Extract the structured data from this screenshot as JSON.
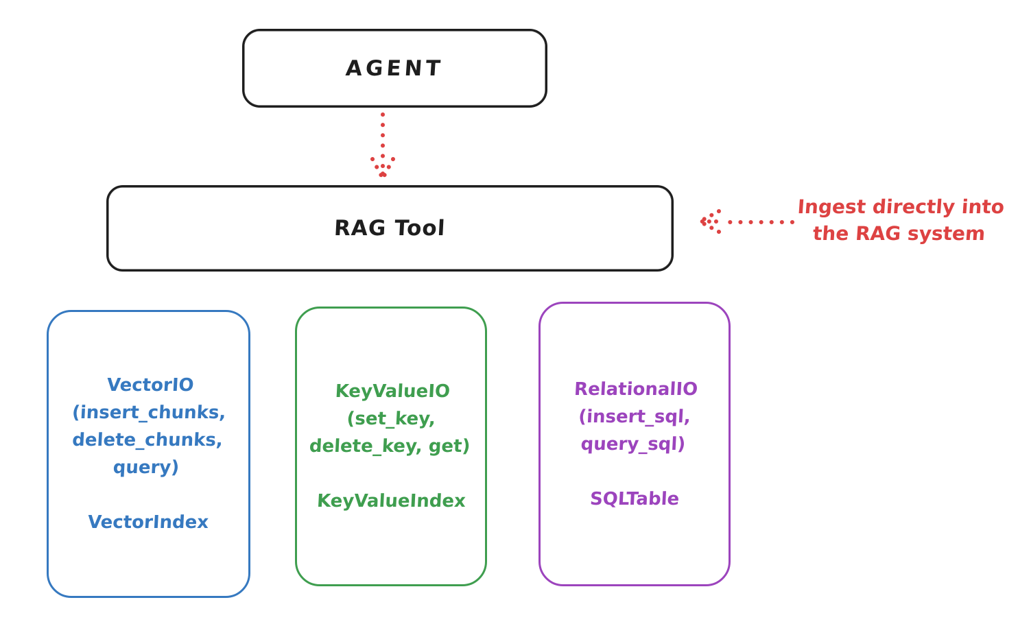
{
  "diagram": {
    "agent_label": "AGENT",
    "rag_tool_label": "RAG Tool",
    "annotation": "Ingest directly into\nthe RAG system",
    "io_boxes": [
      {
        "id": "vector-io",
        "text": "VectorIO\n(insert_chunks,\ndelete_chunks,\nquery)",
        "index_label": "VectorIndex",
        "color": "#3679c0"
      },
      {
        "id": "keyvalue-io",
        "text": "KeyValueIO\n(set_key,\ndelete_key, get)",
        "index_label": "KeyValueIndex",
        "color": "#3f9e4f"
      },
      {
        "id": "relational-io",
        "text": "RelationalIO\n(insert_sql,\nquery_sql)",
        "index_label": "SQLTable",
        "color": "#9c44bd"
      }
    ],
    "colors": {
      "stroke": "#1e1e1e",
      "accent_red": "#dd4242",
      "vector_blue": "#3679c0",
      "keyvalue_green": "#3f9e4f",
      "relational_purple": "#9c44bd",
      "background": "#ffffff"
    }
  }
}
